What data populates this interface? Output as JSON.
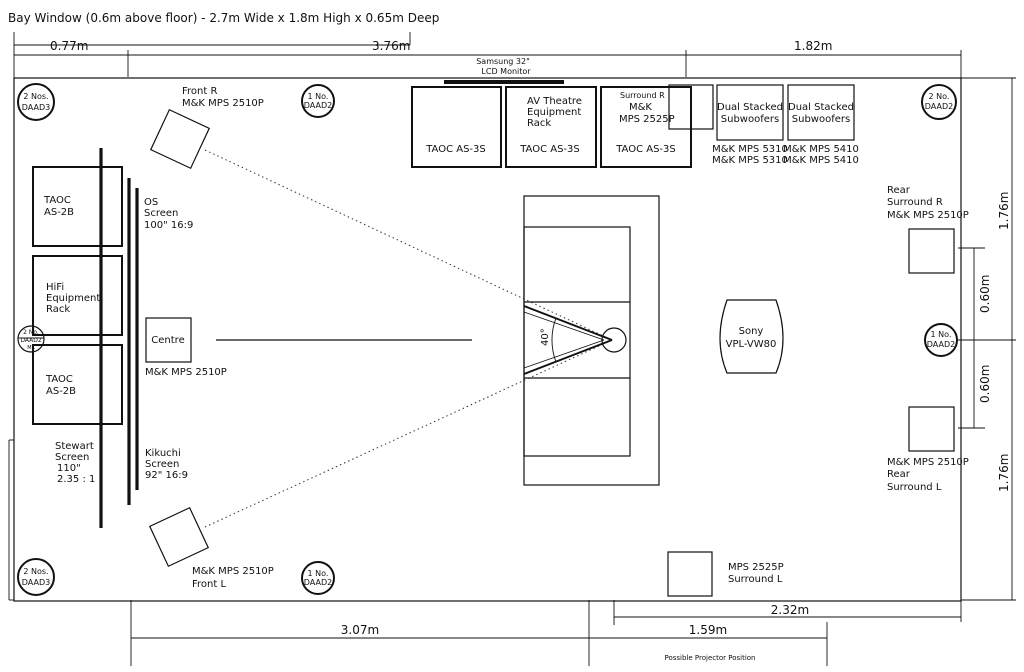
{
  "title": "Bay Window (0.6m above floor) - 2.7m Wide x 1.8m High x 0.65m Deep",
  "dimensions": {
    "top_left": "0.77m",
    "top_mid": "3.76m",
    "top_right": "1.82m",
    "right_upper": "1.76m",
    "right_mid_upper": "0.60m",
    "right_mid_lower": "0.60m",
    "right_lower": "1.76m",
    "bottom_right": "2.32m",
    "bottom_left": "3.07m",
    "bottom_proj": "1.59m",
    "projector_note": "Possible Projector Position"
  },
  "monitor": {
    "line1": "Samsung 32\"",
    "line2": "LCD Monitor"
  },
  "daad": {
    "tl": [
      "2 Nos.",
      "DAAD3"
    ],
    "bl": [
      "2 Nos.",
      "DAAD3"
    ],
    "tm": [
      "1 No.",
      "DAAD2"
    ],
    "bm": [
      "1 No.",
      "DAAD2"
    ],
    "tr": [
      "2 No.",
      "DAAD2"
    ],
    "br": [
      "1 No.",
      "DAAD2"
    ],
    "ml": [
      "2 No.",
      "DAAD2",
      "MK"
    ]
  },
  "racks": {
    "taoc1": "TAOC AS-3S",
    "av": [
      "AV Theatre",
      "Equipment",
      "Rack"
    ],
    "av_bottom": "TAOC AS-3S",
    "surr_r_label": "Surround R",
    "surr_r_model": [
      "M&K",
      "MPS 2525P"
    ],
    "taoc3": "TAOC AS-3S"
  },
  "subwoofers": {
    "a_label": [
      "Dual Stacked",
      "Subwoofers"
    ],
    "a_models": [
      "M&K MPS 5310",
      "M&K MPS 5310"
    ],
    "b_label": [
      "Dual Stacked",
      "Subwoofers"
    ],
    "b_models": [
      "M&K MPS 5410",
      "M&K MPS 5410"
    ]
  },
  "left_wall": {
    "taoc_top": [
      "TAOC",
      "AS-2B"
    ],
    "hifi": [
      "HiFi",
      "Equipment",
      "Rack"
    ],
    "taoc_bottom": [
      "TAOC",
      "AS-2B"
    ],
    "stewart": [
      "Stewart",
      "Screen",
      "110\"",
      "2.35 : 1"
    ],
    "os_screen": [
      "OS",
      "Screen",
      "100\" 16:9"
    ],
    "kikuchi": [
      "Kikuchi",
      "Screen",
      "92\" 16:9"
    ]
  },
  "speakers": {
    "front_r": [
      "Front R",
      "M&K MPS 2510P"
    ],
    "front_l": [
      "M&K MPS 2510P",
      "Front L"
    ],
    "centre": "Centre",
    "centre_model": "M&K MPS 2510P",
    "rear_r": [
      "Rear",
      "Surround R",
      "M&K MPS 2510P"
    ],
    "rear_l": [
      "M&K MPS 2510P",
      "Rear",
      "Surround L"
    ],
    "surr_l": [
      "MPS 2525P",
      "Surround L"
    ]
  },
  "projector": [
    "Sony",
    "VPL-VW80"
  ],
  "angle": "40°"
}
